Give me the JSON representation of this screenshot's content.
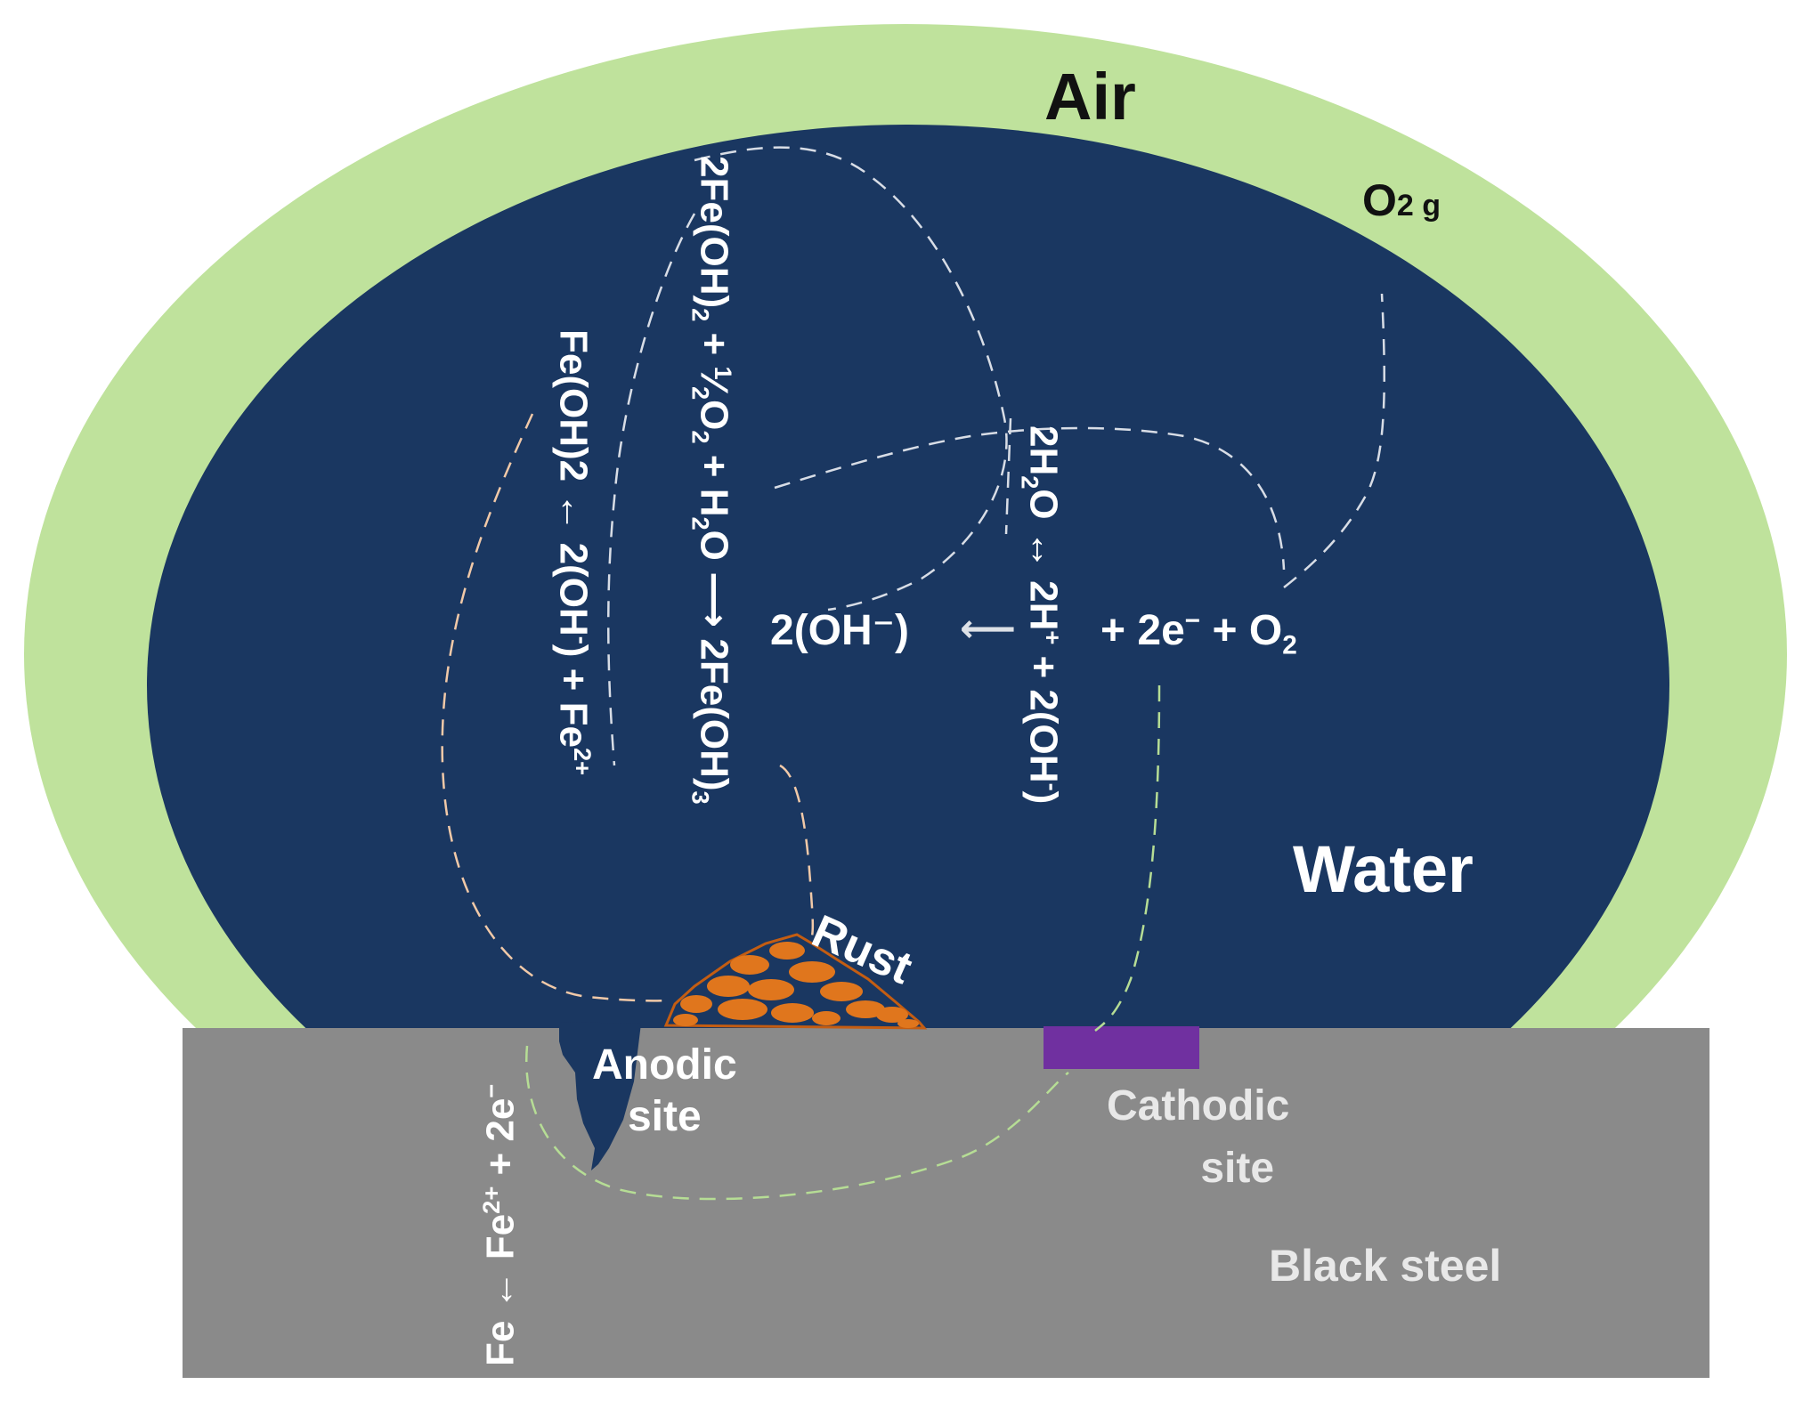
{
  "colors": {
    "air": "#bfe29c",
    "water": "#1a3761",
    "steel": "#8a8a8a",
    "rust": "#e0761d",
    "rust_outline": "#c45d12",
    "cathode": "#7030a0",
    "dash_white": "#d8dde6",
    "dash_peach": "#f1c9a8",
    "dash_green": "#b6dd95"
  },
  "labels": {
    "air": "Air",
    "o2g_main": "O",
    "o2g_sub": "2 g",
    "water": "Water",
    "rust": "Rust",
    "anodic_line1": "Anodic",
    "anodic_line2": "site",
    "cathodic_line1": "Cathodic",
    "cathodic_line2": "site",
    "black_steel": "Black steel"
  },
  "equations": {
    "fe_oxidation": {
      "a": "Fe ← Fe",
      "sup": "2+",
      "b": " + 2e",
      "sup2": "−"
    },
    "fe_oh2": {
      "a": "Fe(OH)2 ← 2(OH",
      "sup": "-",
      "b": ") + Fe",
      "sup2": "2+"
    },
    "fe_oh3": {
      "a": "2Fe(OH)",
      "s1": "2",
      "b": " + ",
      "frac_num": "1",
      "frac_den": "2",
      "c": "O",
      "s2": "2",
      "d": " + H",
      "s3": "2",
      "e": "O ⟶ 2Fe(OH)",
      "s4": "3"
    },
    "water_dissociation": {
      "a": "2H",
      "s1": "2",
      "b": "O ↔ 2H",
      "sup": "+",
      "c": " + 2(OH",
      "sup2": "-",
      "d": ")"
    },
    "hydroxide": "2(OH⁻)",
    "hydroxide_arrow": "⟵",
    "reduction": {
      "a": "+ 2e",
      "sup": "−",
      "b": " + O",
      "sub": "2"
    }
  }
}
